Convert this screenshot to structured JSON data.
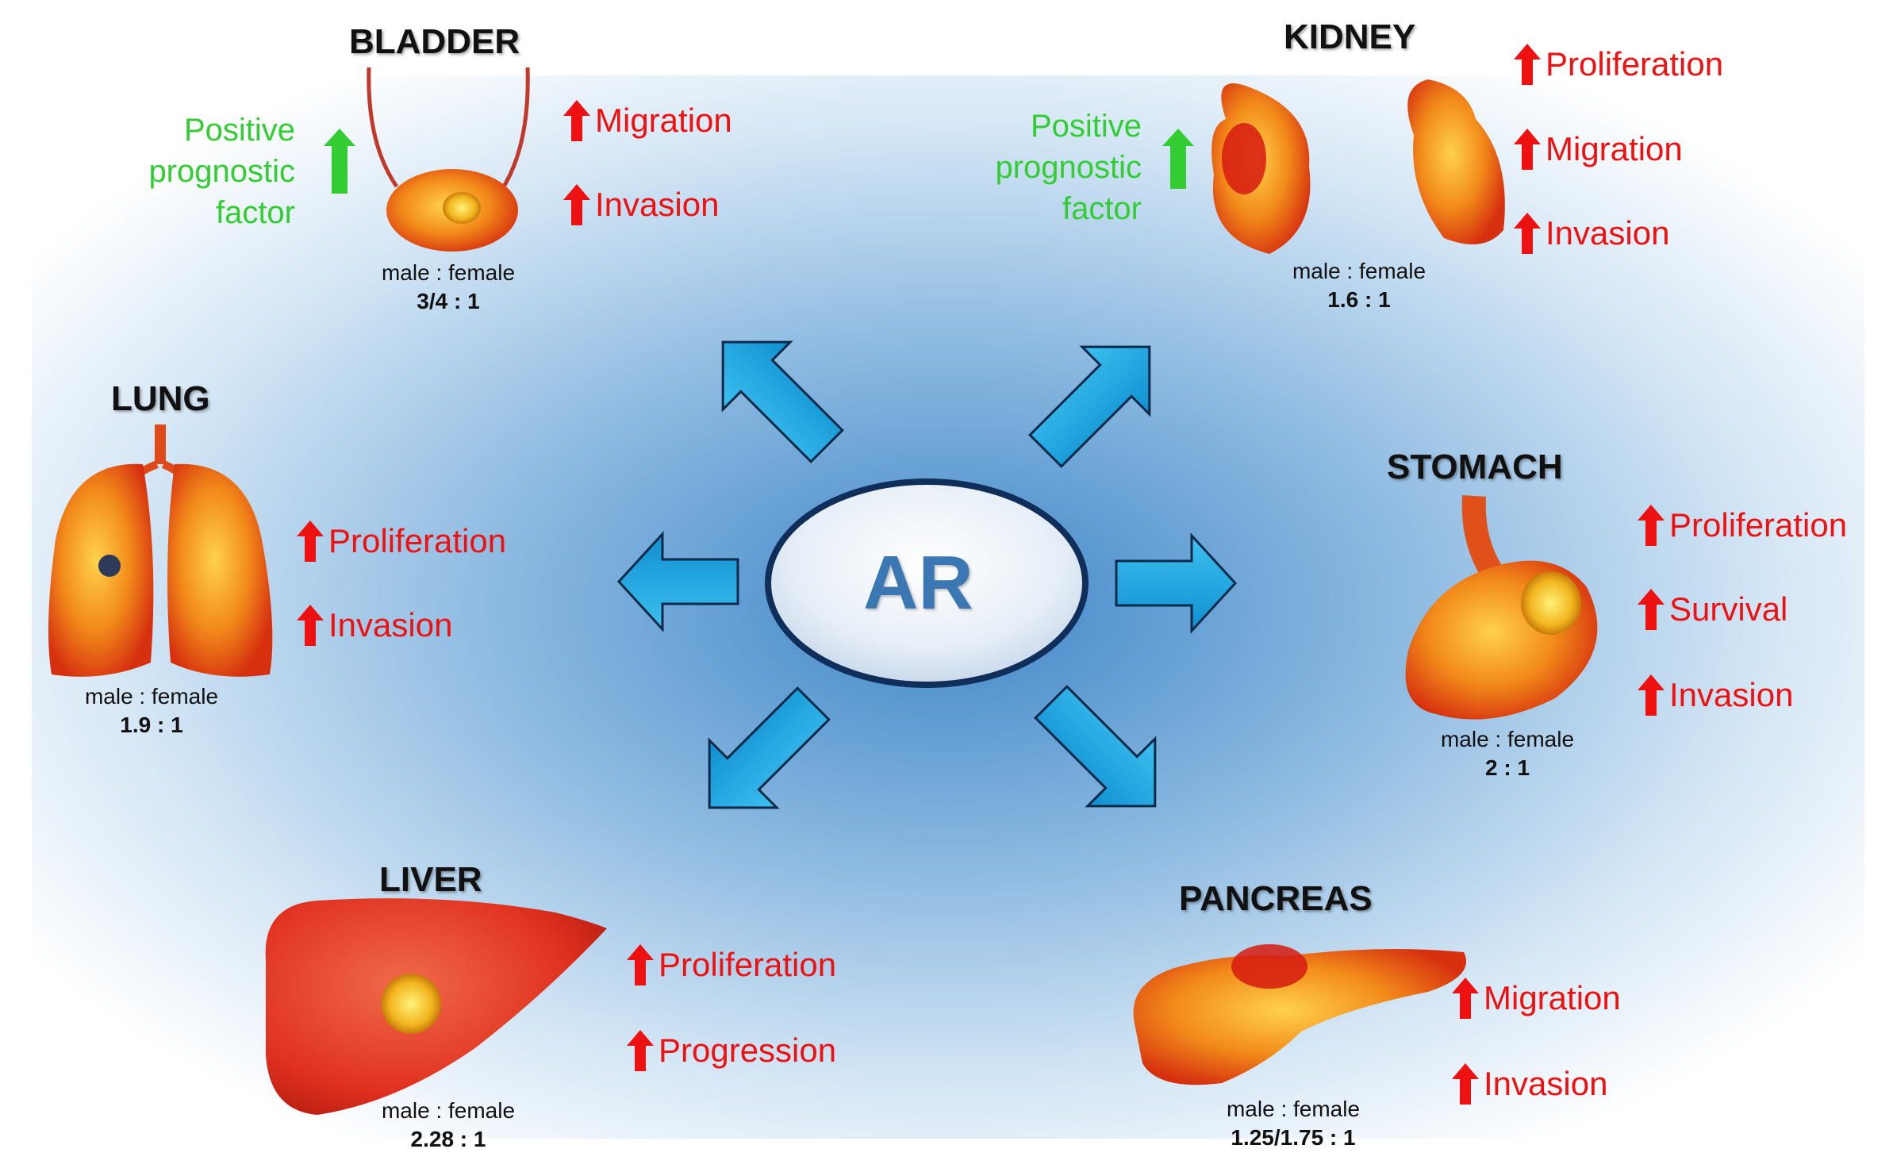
{
  "center": {
    "label": "AR"
  },
  "colors": {
    "effect": "#ee1111",
    "prognostic": "#33cc33",
    "pointer_arrow": "#1aa3e0",
    "center_text": "#3b78b3"
  },
  "organs": {
    "bladder": {
      "name": "BLADDER",
      "prognostic": {
        "line1": "Positive",
        "line2": "prognostic",
        "line3": "factor"
      },
      "effects": [
        "Migration",
        "Invasion"
      ],
      "ratio_label": "male : female",
      "ratio_value": "3/4 : 1"
    },
    "kidney": {
      "name": "KIDNEY",
      "prognostic": {
        "line1": "Positive",
        "line2": "prognostic",
        "line3": "factor"
      },
      "effects": [
        "Proliferation",
        "Migration",
        "Invasion"
      ],
      "ratio_label": "male : female",
      "ratio_value": "1.6 : 1"
    },
    "lung": {
      "name": "LUNG",
      "effects": [
        "Proliferation",
        "Invasion"
      ],
      "ratio_label": "male : female",
      "ratio_value": "1.9 : 1"
    },
    "stomach": {
      "name": "STOMACH",
      "effects": [
        "Proliferation",
        "Survival",
        "Invasion"
      ],
      "ratio_label": "male : female",
      "ratio_value": "2 : 1"
    },
    "liver": {
      "name": "LIVER",
      "effects": [
        "Proliferation",
        "Progression"
      ],
      "ratio_label": "male : female",
      "ratio_value": "2.28 : 1"
    },
    "pancreas": {
      "name": "PANCREAS",
      "effects": [
        "Migration",
        "Invasion"
      ],
      "ratio_label": "male : female",
      "ratio_value": "1.25/1.75 : 1"
    }
  }
}
